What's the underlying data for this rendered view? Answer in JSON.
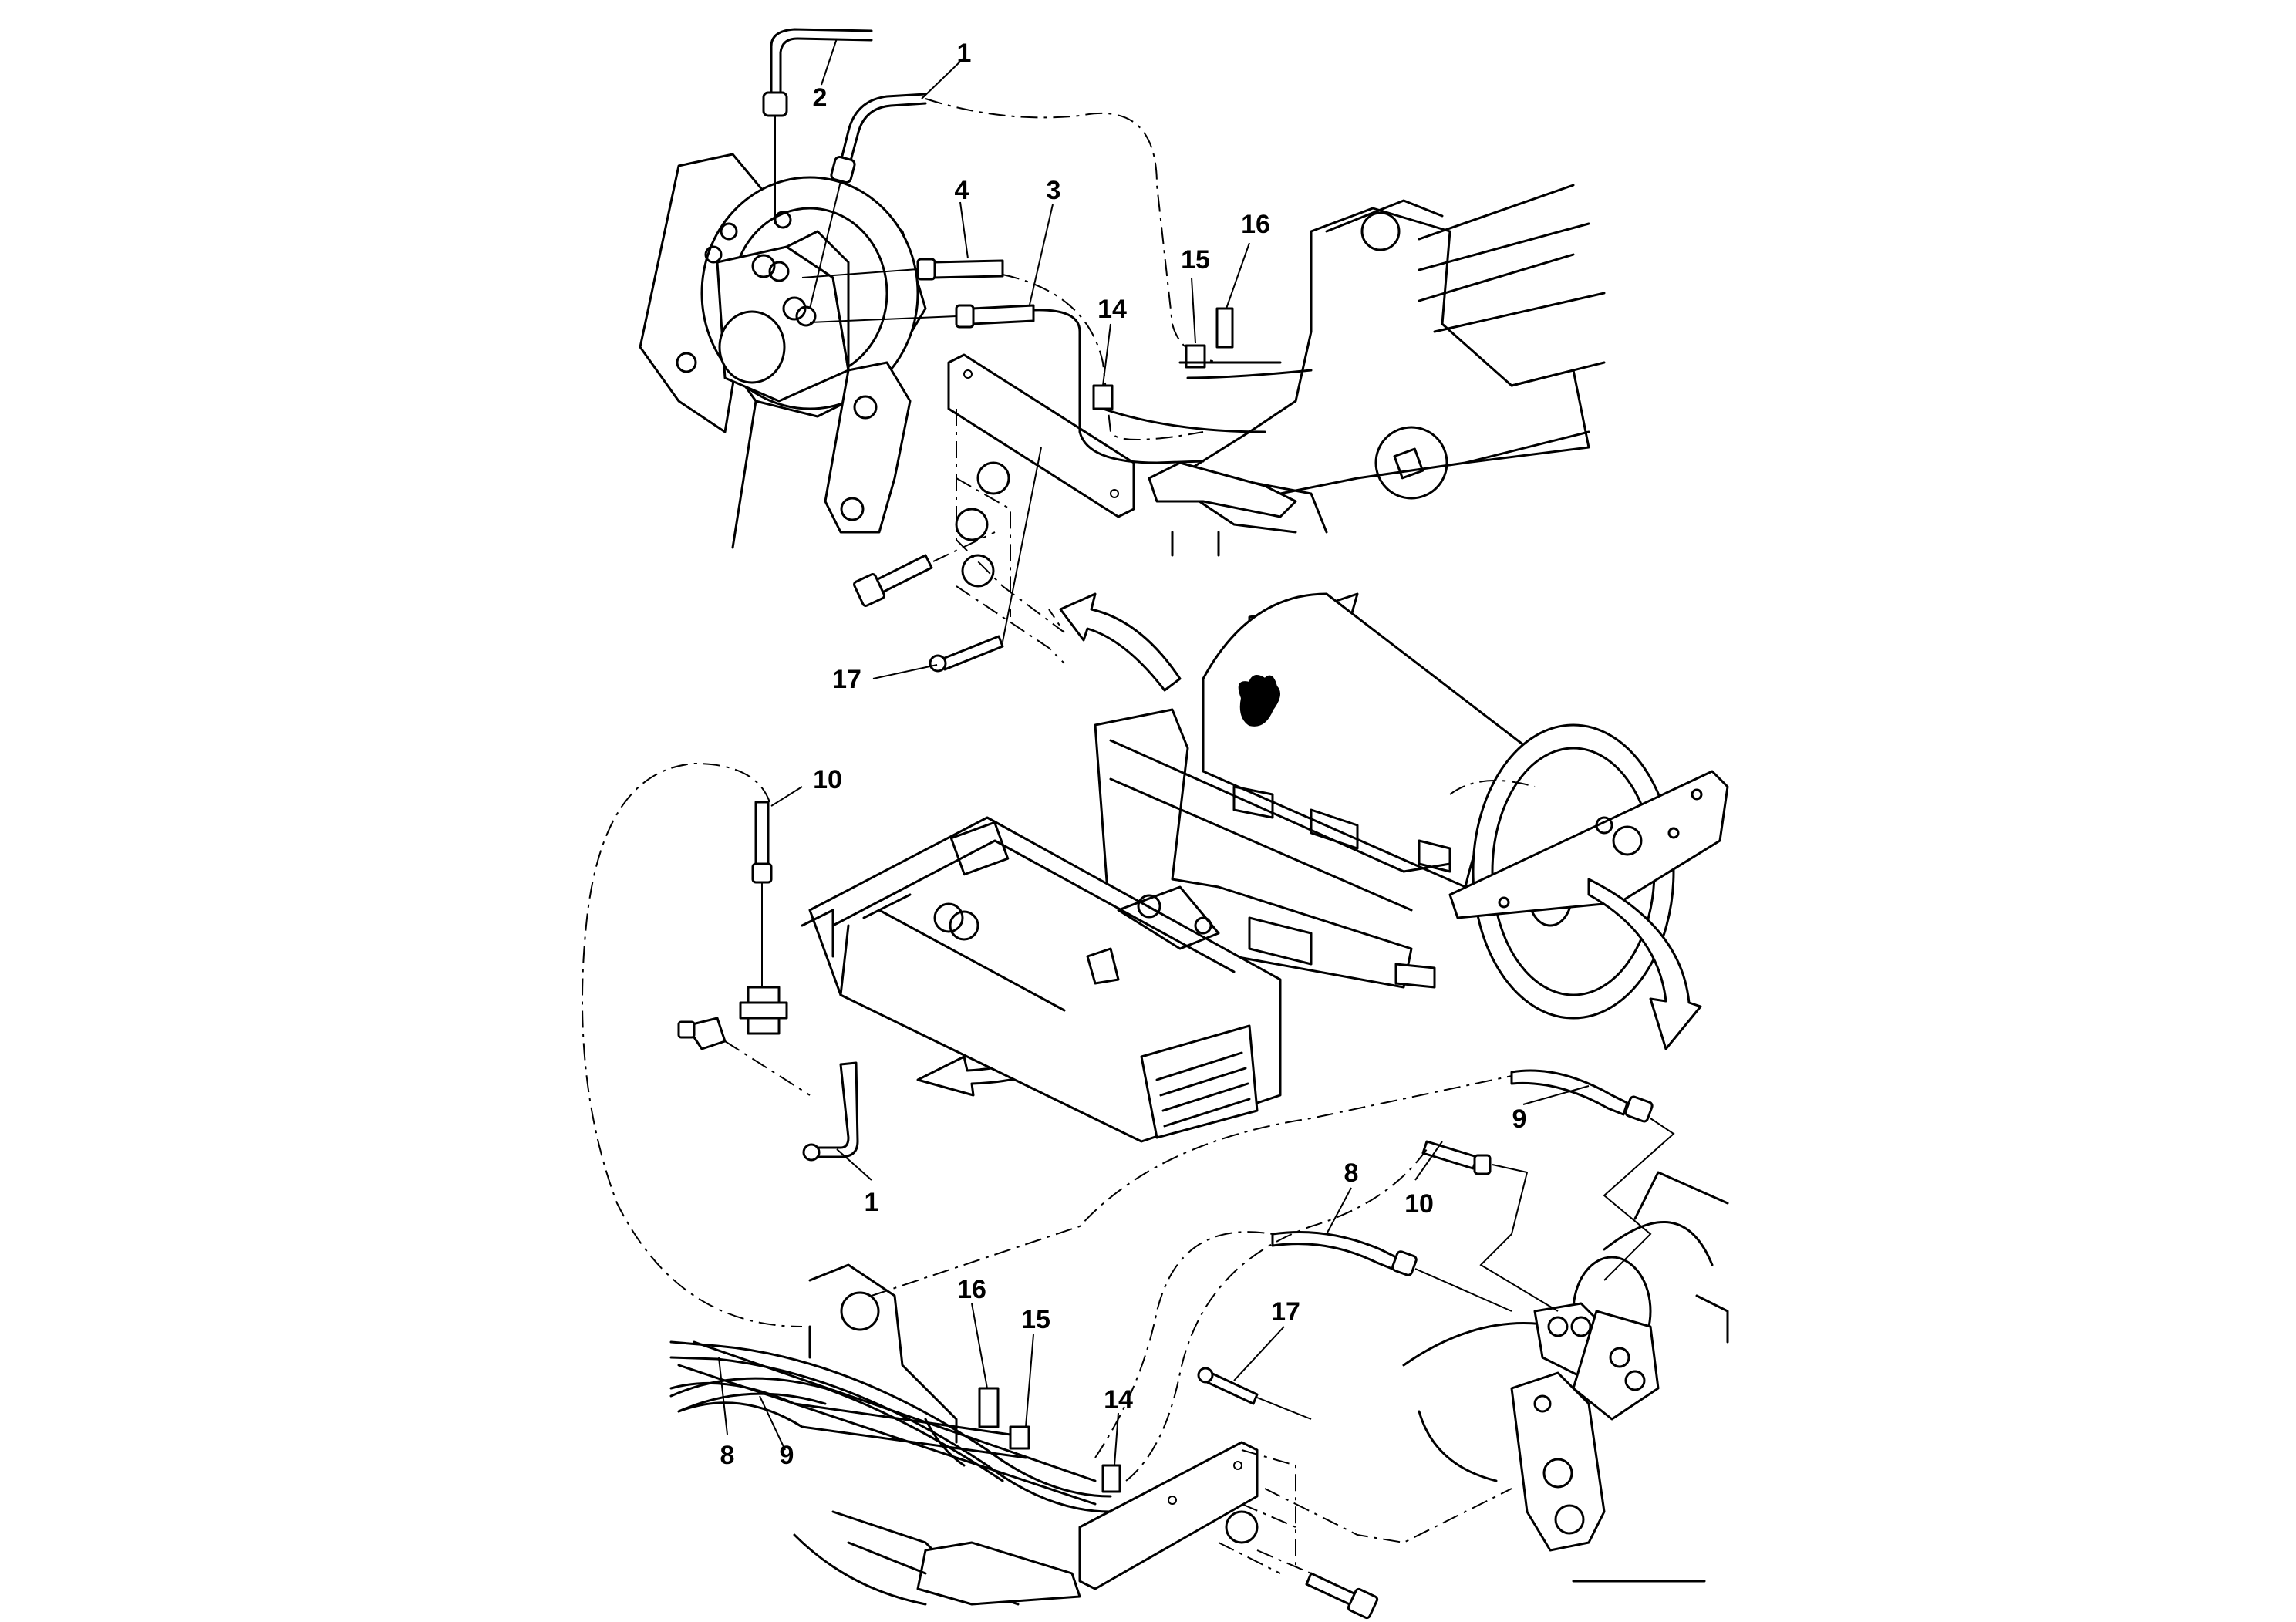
{
  "diagram": {
    "colors": {
      "line": "#000000",
      "background": "#ffffff"
    },
    "callouts": [
      {
        "id": "c-top-1",
        "label": "1"
      },
      {
        "id": "c-top-2",
        "label": "2"
      },
      {
        "id": "c-top-3",
        "label": "3"
      },
      {
        "id": "c-top-4",
        "label": "4"
      },
      {
        "id": "c-top-14",
        "label": "14"
      },
      {
        "id": "c-top-15",
        "label": "15"
      },
      {
        "id": "c-top-16",
        "label": "16"
      },
      {
        "id": "c-top-17",
        "label": "17"
      },
      {
        "id": "c-mid-10",
        "label": "10"
      },
      {
        "id": "c-mid-1",
        "label": "1"
      },
      {
        "id": "c-bot-9a",
        "label": "9"
      },
      {
        "id": "c-bot-8a",
        "label": "8"
      },
      {
        "id": "c-bot-10",
        "label": "10"
      },
      {
        "id": "c-bot-16",
        "label": "16"
      },
      {
        "id": "c-bot-15",
        "label": "15"
      },
      {
        "id": "c-bot-17",
        "label": "17"
      },
      {
        "id": "c-bot-14",
        "label": "14"
      },
      {
        "id": "c-bot-8b",
        "label": "8"
      },
      {
        "id": "c-bot-9b",
        "label": "9"
      }
    ]
  }
}
